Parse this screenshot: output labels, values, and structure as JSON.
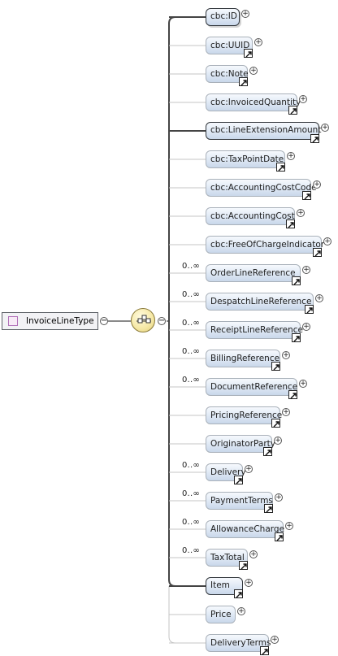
{
  "root": {
    "label": "InvoiceLineType",
    "icon": "complex-type-icon"
  },
  "compositor": {
    "icon": "sequence-compositor-icon"
  },
  "elements": [
    {
      "label": "cbc:ID",
      "occurrence": "",
      "required": true,
      "has_ref": false
    },
    {
      "label": "cbc:UUID",
      "occurrence": "",
      "required": false,
      "has_ref": true
    },
    {
      "label": "cbc:Note",
      "occurrence": "",
      "required": false,
      "has_ref": true
    },
    {
      "label": "cbc:InvoicedQuantity",
      "occurrence": "",
      "required": false,
      "has_ref": true
    },
    {
      "label": "cbc:LineExtensionAmount",
      "occurrence": "",
      "required": true,
      "has_ref": true
    },
    {
      "label": "cbc:TaxPointDate",
      "occurrence": "",
      "required": false,
      "has_ref": true
    },
    {
      "label": "cbc:AccountingCostCode",
      "occurrence": "",
      "required": false,
      "has_ref": true
    },
    {
      "label": "cbc:AccountingCost",
      "occurrence": "",
      "required": false,
      "has_ref": true
    },
    {
      "label": "cbc:FreeOfChargeIndicator",
      "occurrence": "",
      "required": false,
      "has_ref": true
    },
    {
      "label": "OrderLineReference",
      "occurrence": "0..∞",
      "required": false,
      "has_ref": true
    },
    {
      "label": "DespatchLineReference",
      "occurrence": "0..∞",
      "required": false,
      "has_ref": true
    },
    {
      "label": "ReceiptLineReference",
      "occurrence": "0..∞",
      "required": false,
      "has_ref": true
    },
    {
      "label": "BillingReference",
      "occurrence": "0..∞",
      "required": false,
      "has_ref": true
    },
    {
      "label": "DocumentReference",
      "occurrence": "0..∞",
      "required": false,
      "has_ref": true
    },
    {
      "label": "PricingReference",
      "occurrence": "",
      "required": false,
      "has_ref": true
    },
    {
      "label": "OriginatorParty",
      "occurrence": "",
      "required": false,
      "has_ref": true
    },
    {
      "label": "Delivery",
      "occurrence": "0..∞",
      "required": false,
      "has_ref": true
    },
    {
      "label": "PaymentTerms",
      "occurrence": "0..∞",
      "required": false,
      "has_ref": true
    },
    {
      "label": "AllowanceCharge",
      "occurrence": "0..∞",
      "required": false,
      "has_ref": true
    },
    {
      "label": "TaxTotal",
      "occurrence": "0..∞",
      "required": false,
      "has_ref": true
    },
    {
      "label": "Item",
      "occurrence": "",
      "required": true,
      "has_ref": true
    },
    {
      "label": "Price",
      "occurrence": "",
      "required": false,
      "has_ref": false
    },
    {
      "label": "DeliveryTerms",
      "occurrence": "",
      "required": false,
      "has_ref": true
    }
  ],
  "expand_symbol": "+",
  "collapse_symbol": "−"
}
